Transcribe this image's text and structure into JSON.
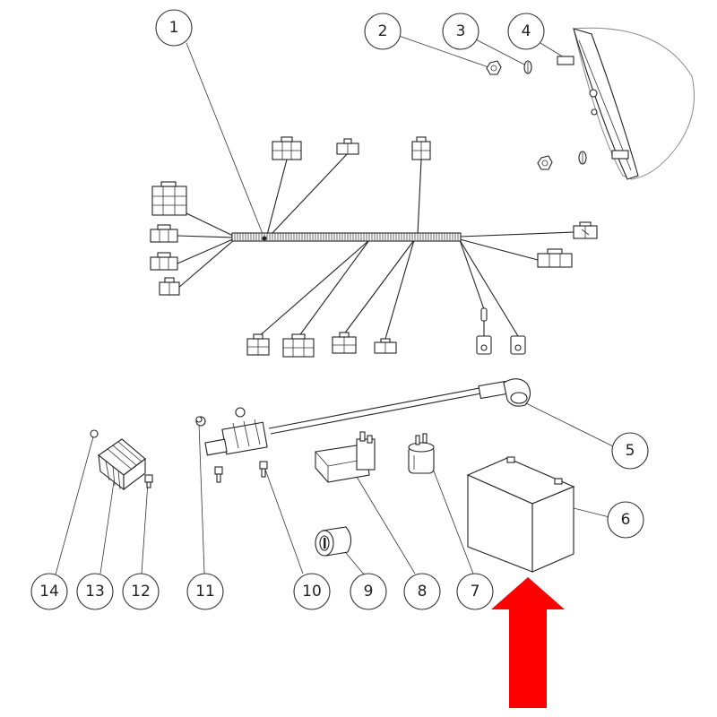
{
  "callouts": [
    {
      "label": "1"
    },
    {
      "label": "2"
    },
    {
      "label": "3"
    },
    {
      "label": "4"
    },
    {
      "label": "5"
    },
    {
      "label": "6"
    },
    {
      "label": "7"
    },
    {
      "label": "8"
    },
    {
      "label": "9"
    },
    {
      "label": "10"
    },
    {
      "label": "11"
    },
    {
      "label": "12"
    },
    {
      "label": "13"
    },
    {
      "label": "14"
    }
  ],
  "colors": {
    "line": "#222222",
    "arrow": "#ff0000",
    "background": "#ffffff"
  }
}
